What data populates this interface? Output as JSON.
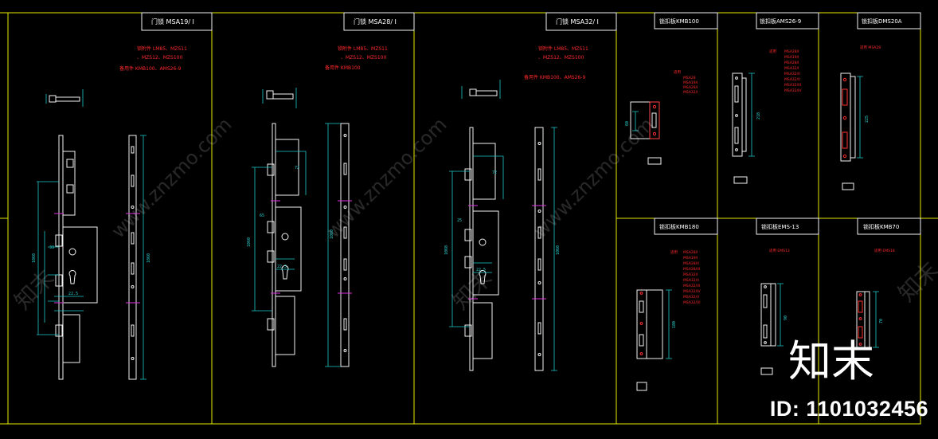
{
  "panels": [
    {
      "title": "门锁 MSA19/ I",
      "spec_lines": [
        "锁附件 LM85、MZS11",
        "、MZS12、MZS100",
        "备用件 KMB100、AMS26-9"
      ]
    },
    {
      "title": "门锁 MSA28/ I",
      "spec_lines": [
        "锁附件 LM85、MZS11",
        "、MZS12、MZS100",
        "备用件 KMB100"
      ]
    },
    {
      "title": "门锁 MSA32/ I",
      "spec_lines": [
        "锁附件 LM85、MZS11",
        "、MZS12、MZS100",
        "备用件 KMB100、AMS26-9"
      ]
    }
  ],
  "keepers_top": [
    {
      "title": "锁扣板KMB100",
      "spec_lines": [
        "适用",
        "MSA28",
        "MSA19/I",
        "MSA28/I",
        "MSA32/I"
      ]
    },
    {
      "title": "锁扣板AMS26-9",
      "spec_lines": [
        "适用",
        "MSA28/I",
        "MSA19/I",
        "MSA28/I",
        "MSA32/I",
        "MSA32/II",
        "MSA32/II",
        "MSA32/III",
        "MSA32/IV"
      ]
    },
    {
      "title": "锁扣板DMS20A",
      "spec_lines": [
        "适用 MSA28"
      ]
    }
  ],
  "keepers_bottom": [
    {
      "title": "锁扣板KMB180",
      "spec_lines": [
        "适用",
        "MSA28/I",
        "MSA19/I",
        "MSA28/II",
        "MSA28/III",
        "MSA32/I",
        "MSA32/II",
        "MSA32/III",
        "MSA32/IV",
        "MSA32/V",
        "MSA32/VI"
      ]
    },
    {
      "title": "锁扣板EMS-13",
      "spec_lines": [
        "适用 EMS13"
      ]
    },
    {
      "title": "锁扣板KMB70",
      "spec_lines": [
        "适用 EMS18"
      ]
    }
  ],
  "watermark": {
    "logo_text": "知末",
    "site_text": "www.znzmo.com",
    "id_label": "ID: 1101032456"
  },
  "colors": {
    "background": "#000000",
    "frame": "#e8e800",
    "geometry": "#f2f2f2",
    "dimension": "#1ec8c8",
    "annotation": "#ff2a2a",
    "marker": "#e030e0"
  }
}
